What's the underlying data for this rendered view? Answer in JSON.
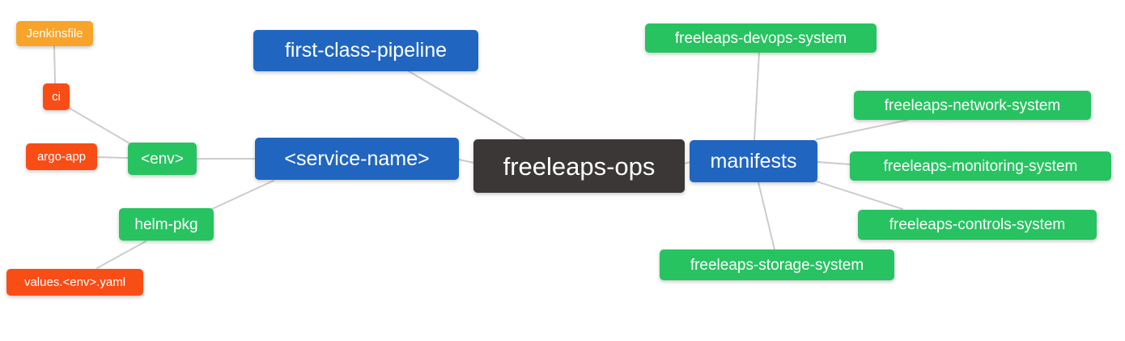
{
  "diagram": {
    "type": "mind-map",
    "background": "#ffffff",
    "edge_color": "#cccccc",
    "text_color": "#ffffff",
    "palette": {
      "blue": "#2066c0",
      "green": "#27c360",
      "orange_red": "#f94d16",
      "amber": "#f8a42a",
      "dark": "#3b3737"
    },
    "nodes": [
      {
        "id": "jenkinsfile",
        "label": "Jenkinsfile",
        "color": "amber"
      },
      {
        "id": "ci",
        "label": "ci",
        "color": "orange_red"
      },
      {
        "id": "argo-app",
        "label": "argo-app",
        "color": "orange_red"
      },
      {
        "id": "env",
        "label": "<env>",
        "color": "green"
      },
      {
        "id": "helm-pkg",
        "label": "helm-pkg",
        "color": "green"
      },
      {
        "id": "values-env-yaml",
        "label": "values.<env>.yaml",
        "color": "orange_red"
      },
      {
        "id": "first-class-pipeline",
        "label": "first-class-pipeline",
        "color": "blue"
      },
      {
        "id": "service-name",
        "label": "<service-name>",
        "color": "blue"
      },
      {
        "id": "freeleaps-ops",
        "label": "freeleaps-ops",
        "color": "dark"
      },
      {
        "id": "manifests",
        "label": "manifests",
        "color": "blue"
      },
      {
        "id": "freeleaps-devops-system",
        "label": "freeleaps-devops-system",
        "color": "green"
      },
      {
        "id": "freeleaps-network-system",
        "label": "freeleaps-network-system",
        "color": "green"
      },
      {
        "id": "freeleaps-monitoring-system",
        "label": "freeleaps-monitoring-system",
        "color": "green"
      },
      {
        "id": "freeleaps-controls-system",
        "label": "freeleaps-controls-system",
        "color": "green"
      },
      {
        "id": "freeleaps-storage-system",
        "label": "freeleaps-storage-system",
        "color": "green"
      }
    ],
    "edges": [
      {
        "from": "jenkinsfile",
        "to": "ci"
      },
      {
        "from": "ci",
        "to": "env"
      },
      {
        "from": "argo-app",
        "to": "env"
      },
      {
        "from": "env",
        "to": "service-name"
      },
      {
        "from": "helm-pkg",
        "to": "service-name"
      },
      {
        "from": "values-env-yaml",
        "to": "helm-pkg"
      },
      {
        "from": "first-class-pipeline",
        "to": "freeleaps-ops"
      },
      {
        "from": "service-name",
        "to": "freeleaps-ops"
      },
      {
        "from": "freeleaps-ops",
        "to": "manifests"
      },
      {
        "from": "manifests",
        "to": "freeleaps-devops-system"
      },
      {
        "from": "manifests",
        "to": "freeleaps-network-system"
      },
      {
        "from": "manifests",
        "to": "freeleaps-monitoring-system"
      },
      {
        "from": "manifests",
        "to": "freeleaps-controls-system"
      },
      {
        "from": "manifests",
        "to": "freeleaps-storage-system"
      }
    ]
  }
}
